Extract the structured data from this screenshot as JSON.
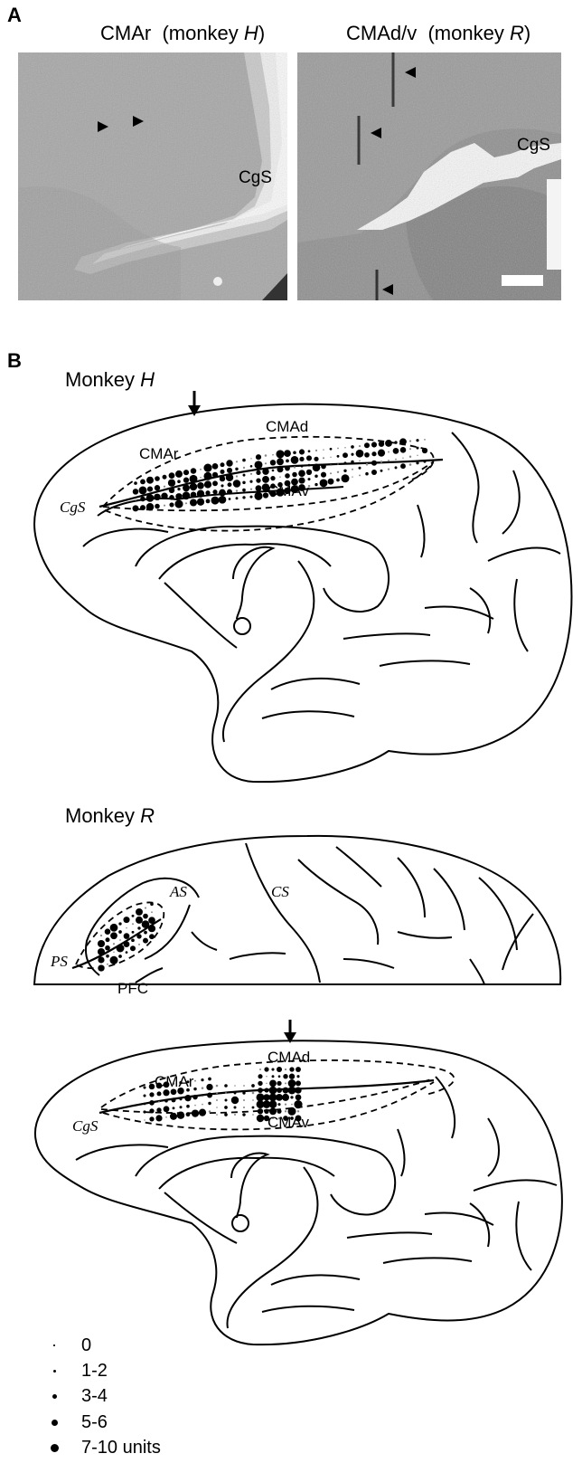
{
  "panel_a": {
    "letter": "A",
    "left_caption_prefix": "CMAr  (monkey ",
    "left_caption_monkey": "H",
    "left_caption_suffix": ")",
    "right_caption_prefix": "CMAd/v  (monkey ",
    "right_caption_monkey": "R",
    "right_caption_suffix": ")",
    "left_sulcus_label": "CgS",
    "right_sulcus_label": "CgS"
  },
  "panel_b": {
    "letter": "B",
    "monkey_h": {
      "title_prefix": "Monkey ",
      "title_monkey": "H",
      "label_cmad": "CMAd",
      "label_cmar": "CMAr",
      "label_cmav": "CMAv",
      "label_cgs": "CgS"
    },
    "monkey_r": {
      "title_prefix": "Monkey ",
      "title_monkey": "R",
      "label_as": "AS",
      "label_cs": "CS",
      "label_ps": "PS",
      "label_pfc": "PFC",
      "label_cmad": "CMAd",
      "label_cmar": "CMAr",
      "label_cmav": "CMAv",
      "label_cgs": "CgS"
    }
  },
  "legend": {
    "items": [
      {
        "label": "0",
        "size": 1.5
      },
      {
        "label": "1-2",
        "size": 3
      },
      {
        "label": "3-4",
        "size": 5
      },
      {
        "label": "5-6",
        "size": 7
      },
      {
        "label": "7-10 units",
        "size": 9
      }
    ]
  }
}
